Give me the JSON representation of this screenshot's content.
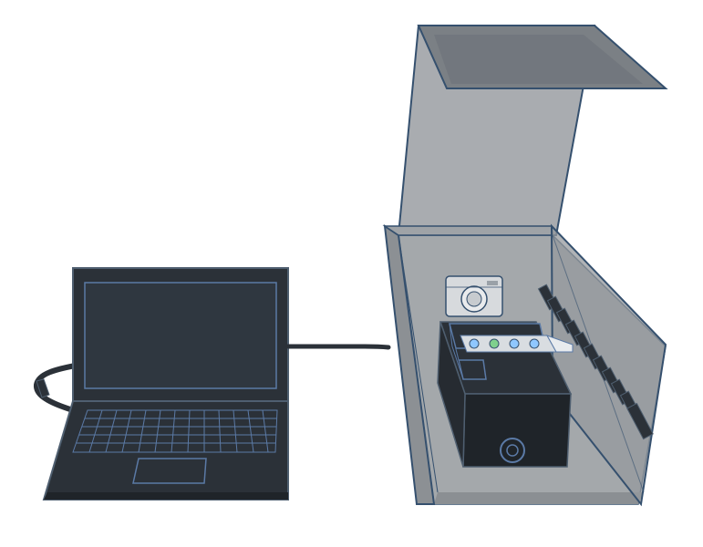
{
  "scene": {
    "background": "#ffffff",
    "colors": {
      "device_fill": "#2b3138",
      "device_dark": "#1f2429",
      "device_outline": "#4f5f70",
      "blue_outline": "#5b7aa6",
      "enclosure_glass": "#8f9396",
      "enclosure_edge": "#35506e",
      "camera_fill": "#d7dadd",
      "led_blue": "#8fc7ff",
      "led_green": "#7fd08d"
    },
    "components": [
      {
        "id": "laptop",
        "icon": "laptop-icon"
      },
      {
        "id": "usb-cable",
        "icon": "cable-icon"
      },
      {
        "id": "enclosure",
        "icon": "box-icon"
      },
      {
        "id": "camera",
        "icon": "camera-icon"
      },
      {
        "id": "light-bar",
        "icon": "light-bar-icon"
      },
      {
        "id": "sample-holder",
        "icon": "rack-icon"
      },
      {
        "id": "control-unit",
        "icon": "black-box-icon"
      }
    ]
  }
}
